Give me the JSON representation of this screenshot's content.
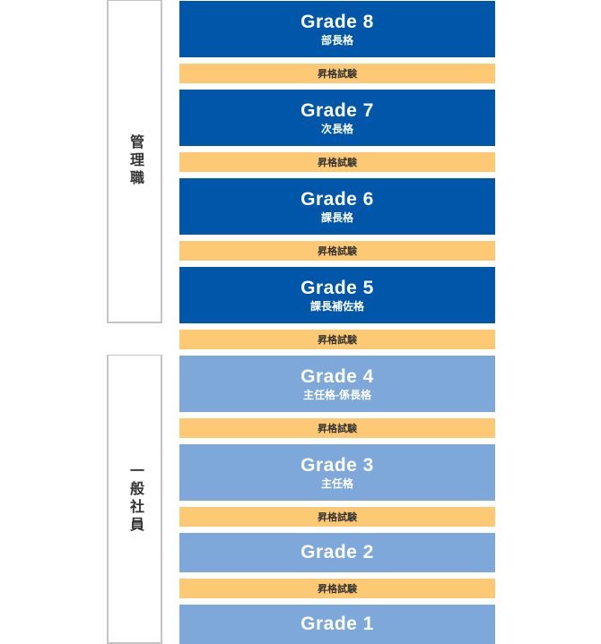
{
  "groups": [
    {
      "label": "管理職"
    },
    {
      "label": "一般社員"
    }
  ],
  "exam_label": "昇格試験",
  "grades": [
    {
      "title": "Grade 8",
      "sub": "部長格",
      "group": "mgr"
    },
    {
      "title": "Grade 7",
      "sub": "次長格",
      "group": "mgr"
    },
    {
      "title": "Grade 6",
      "sub": "課長格",
      "group": "mgr"
    },
    {
      "title": "Grade 5",
      "sub": "課長補佐格",
      "group": "mgr"
    },
    {
      "title": "Grade 4",
      "sub": "主任格-係長格",
      "group": "gen"
    },
    {
      "title": "Grade 3",
      "sub": "主任格",
      "group": "gen"
    },
    {
      "title": "Grade 2",
      "sub": "",
      "group": "gen"
    },
    {
      "title": "Grade 1",
      "sub": "",
      "group": "gen"
    }
  ],
  "colors": {
    "manager": "#0057aa",
    "general": "#7ea8da",
    "exam": "#fdc974"
  }
}
